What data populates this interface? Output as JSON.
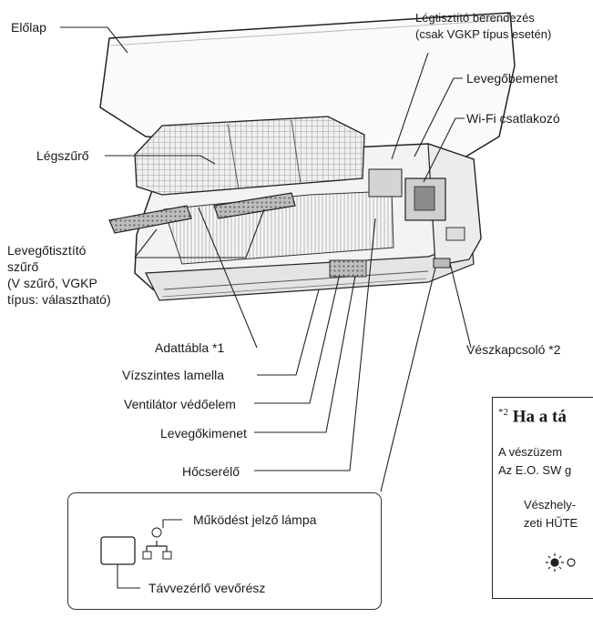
{
  "labels": {
    "front_panel": "Előlap",
    "air_purifier_1": "Légtisztító berendezés",
    "air_purifier_2": "(csak VGKP típus esetén)",
    "air_inlet": "Levegőbemenet",
    "wifi": "Wi-Fi csatlakozó",
    "air_filter": "Légszűrő",
    "purifier_filter_1": "Levegőtisztító",
    "purifier_filter_2": "szűrő",
    "purifier_filter_3": "(V szűrő, VGKP",
    "purifier_filter_4": "típus: választható)",
    "nameplate": "Adattábla *1",
    "louver": "Vízszintes lamella",
    "fan_guard": "Ventilátor védőelem",
    "air_outlet": "Levegőkimenet",
    "heat_exchanger": "Hőcserélő",
    "emergency_switch": "Vészkapcsoló *2"
  },
  "lamp_inset": {
    "operation_lamp": "Működést jelző lámpa",
    "remote_receiver": "Távvezérlő vevőrész"
  },
  "note_inset": {
    "marker": "*2",
    "title": "Ha a tá",
    "line1": "A vészüzem",
    "line2": "Az E.O. SW g",
    "line3": "Vészhely-",
    "line4": "zeti HŰTE"
  },
  "colors": {
    "line": "#222222",
    "unit_body": "#f4f4f4",
    "shade": "#c8c8c8",
    "filter": "#d9d9d9"
  }
}
